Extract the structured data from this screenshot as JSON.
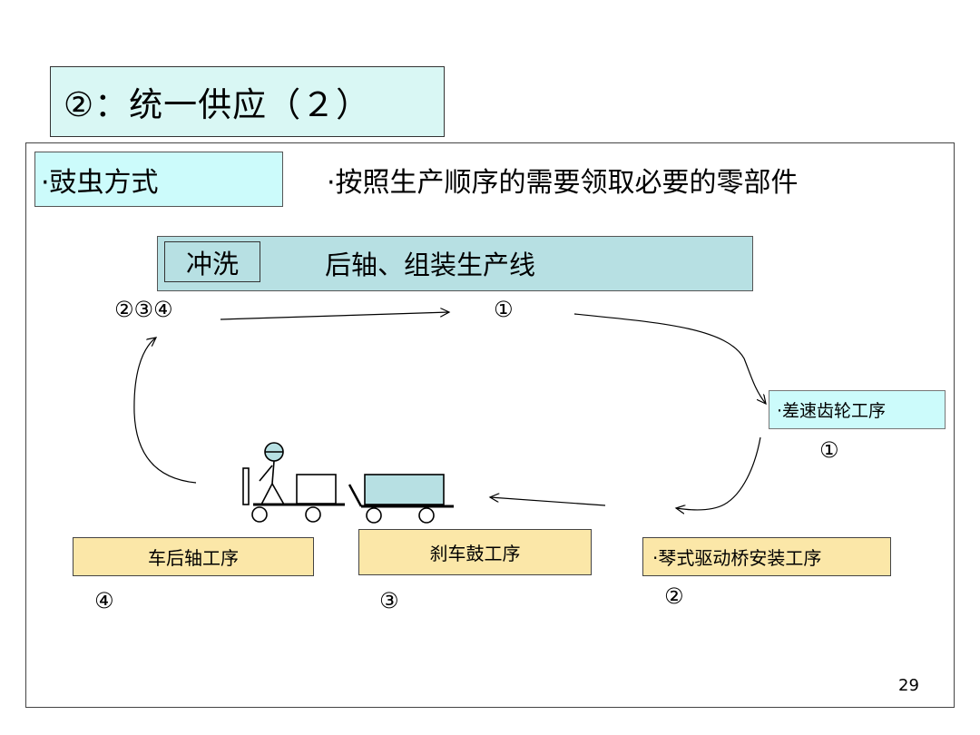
{
  "slide": {
    "title": "②：统一供应（２）",
    "method_label": "·豉虫方式",
    "rule_text": "·按照生产顺序的需要领取必要的零部件",
    "line": {
      "wash_label": "冲洗",
      "line_label": "后轴、组装生产线",
      "num_left": "②③④",
      "num_right": "①"
    },
    "processes": {
      "differential": {
        "label": "·差速齿轮工序",
        "num": "①"
      },
      "piano_axle": {
        "label": "·琴式驱动桥安装工序",
        "num": "②"
      },
      "brake_drum": {
        "label": "刹车鼓工序",
        "num": "③"
      },
      "rear_axle": {
        "label": "车后轴工序",
        "num": "④"
      }
    },
    "page_number": "29"
  }
}
